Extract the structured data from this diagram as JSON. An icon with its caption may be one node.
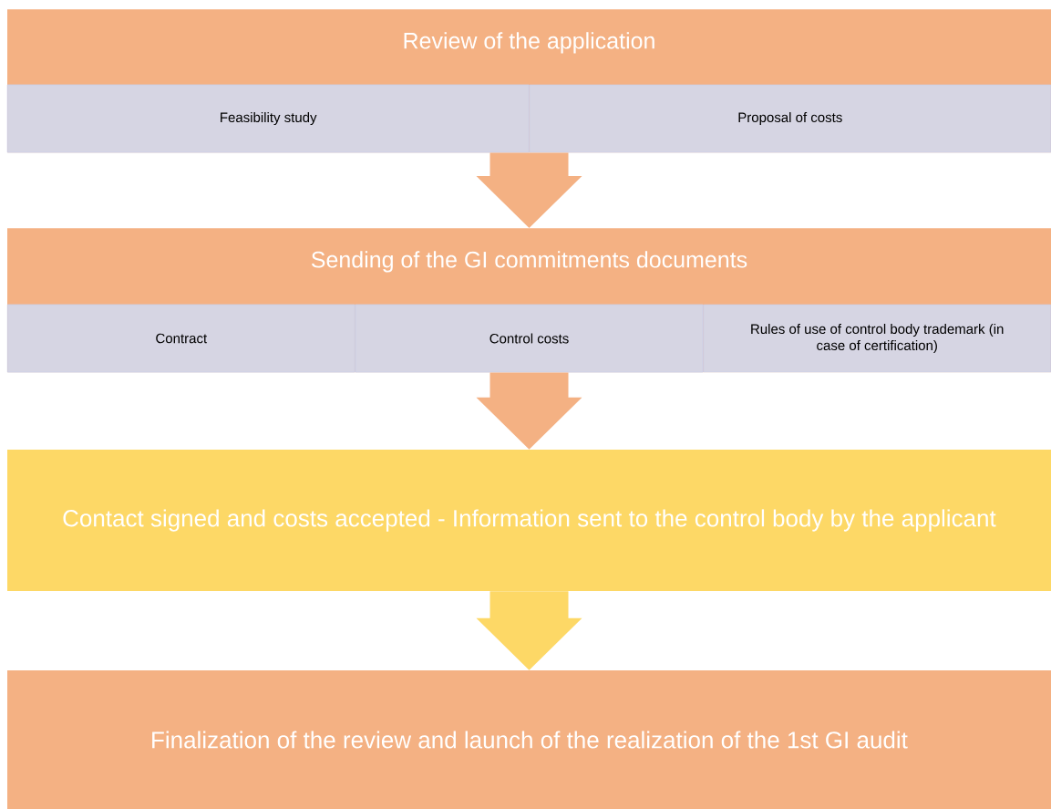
{
  "diagram": {
    "nodes": [
      {
        "text": [
          "Review of the application"
        ]
      },
      {
        "text": [
          "Feasibility study"
        ],
        "in": 0
      },
      {
        "text": [
          "Proposal of costs"
        ],
        "in": 0
      },
      {
        "text": [
          "Sending of the GI commitments documents"
        ]
      },
      {
        "text": [
          "Contract"
        ],
        "in": 3
      },
      {
        "text": [
          "Control costs"
        ],
        "in": 3
      },
      {
        "text": [
          "Rules of use of control body trademark (in case of certification)"
        ],
        "in": 3
      },
      {
        "text": [
          "Contact signed and costs accepted - Information sent to the control body by the applicant"
        ]
      },
      {
        "text": [
          "Finalization of the review and launch of the realization of the 1st GI audit"
        ]
      }
    ],
    "edges": [
      {
        "from": 0,
        "to": 3,
        "arrow": "to"
      },
      {
        "from": 3,
        "to": 7,
        "arrow": "to"
      },
      {
        "from": 7,
        "to": 8,
        "arrow": "to",
        "color": "#fdd866"
      }
    ]
  }
}
